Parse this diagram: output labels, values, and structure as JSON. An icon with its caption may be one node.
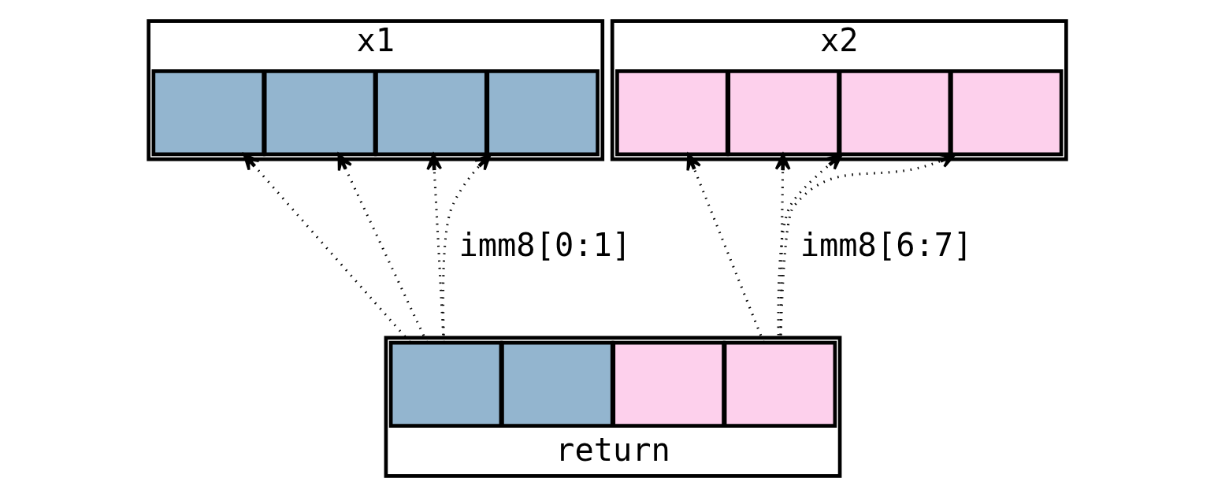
{
  "diagram": {
    "nodes": [
      {
        "text": [
          "x1"
        ]
      },
      {
        "text": [],
        "shape": "box",
        "in": 0
      },
      {
        "text": [],
        "shape": "box",
        "in": 0
      },
      {
        "text": [],
        "shape": "box",
        "in": 0
      },
      {
        "text": [],
        "shape": "box",
        "in": 0
      },
      {
        "text": [
          "x2"
        ]
      },
      {
        "text": [],
        "shape": "box",
        "in": 5
      },
      {
        "text": [],
        "shape": "box",
        "in": 5
      },
      {
        "text": [],
        "shape": "box",
        "in": 5
      },
      {
        "text": [],
        "shape": "box",
        "in": 5
      },
      {
        "text": [
          "return"
        ]
      },
      {
        "text": [],
        "shape": "box",
        "in": 10
      },
      {
        "text": [],
        "shape": "box",
        "in": 10
      },
      {
        "text": [],
        "shape": "box",
        "in": 10
      },
      {
        "text": [],
        "shape": "box",
        "in": 10
      }
    ],
    "edges": [
      {
        "from": 11,
        "to": 1,
        "arrow": "to",
        "style": "dashed"
      },
      {
        "from": 11,
        "to": 2,
        "arrow": "to",
        "style": "dashed"
      },
      {
        "from": 11,
        "to": 3,
        "arrow": "to",
        "style": "dashed"
      },
      {
        "from": 11,
        "to": 4,
        "arrow": "to",
        "style": "dashed"
      },
      {
        "from": 14,
        "to": 6,
        "arrow": "to",
        "style": "dashed"
      },
      {
        "from": 14,
        "to": 7,
        "arrow": "to",
        "style": "dashed"
      },
      {
        "from": 14,
        "to": 8,
        "arrow": "to",
        "style": "dashed"
      },
      {
        "from": 14,
        "to": 9,
        "arrow": "to",
        "style": "dashed"
      }
    ],
    "labels": [
      "imm8[0:1]",
      "imm8[6:7]"
    ]
  }
}
